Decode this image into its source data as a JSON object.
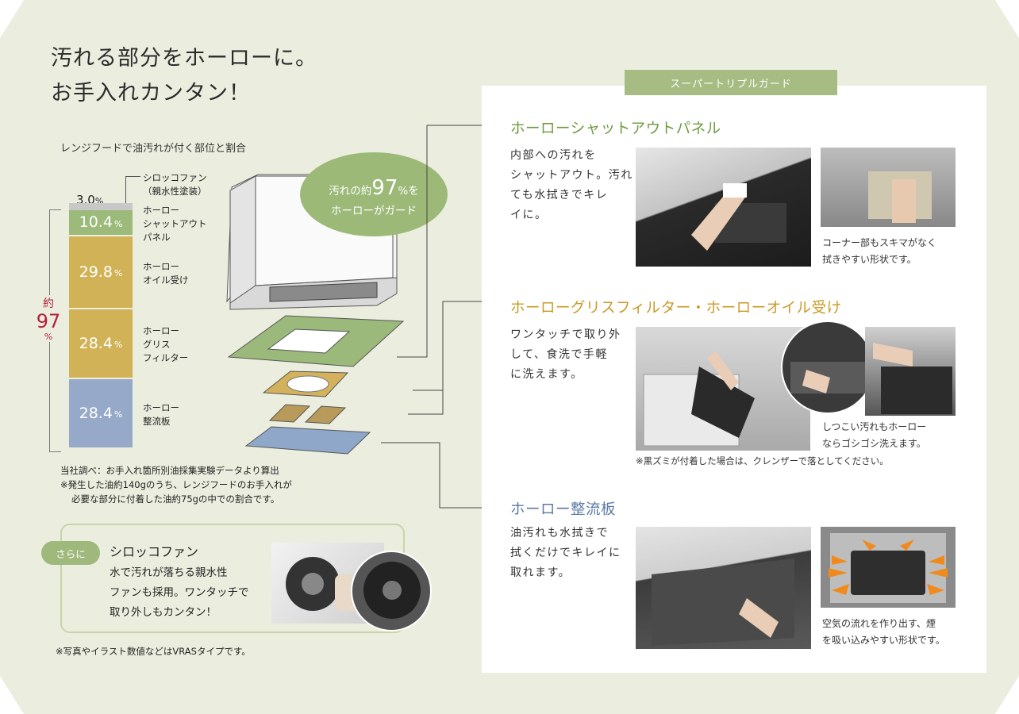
{
  "headline": {
    "line1": "汚れる部分をホーローに。",
    "line2": "お手入れカンタン！"
  },
  "chart": {
    "title": "レンジフードで油汚れが付く部位と割合",
    "top_label": "3.0",
    "top_label_unit": "%",
    "top_part": "シロッコファン",
    "top_part_note": "（親水性塗装）",
    "total_prefix": "約",
    "total_value": "97",
    "total_unit": "%",
    "bubble_line1a": "汚れの約",
    "bubble_value": "97",
    "bubble_unit": "%をホーローがガード",
    "bubble_line1b": "%を",
    "bubble_line2": "ホーローがガード"
  },
  "chart_data": {
    "type": "bar",
    "title": "レンジフードで油汚れが付く部位と割合",
    "categories": [
      "シロッコファン（親水性塗装）",
      "ホーローシャットアウトパネル",
      "ホーローオイル受け",
      "ホーローグリスフィルター",
      "ホーロー整流板"
    ],
    "values": [
      3.0,
      10.4,
      29.8,
      28.4,
      28.4
    ],
    "segments": [
      {
        "value": "10.4",
        "unit": "%",
        "label1": "ホーロー",
        "label2": "シャットアウト",
        "label3": "パネル",
        "color": "#9cba7a"
      },
      {
        "value": "29.8",
        "unit": "%",
        "label1": "ホーロー",
        "label2": "オイル受け",
        "label3": "",
        "color": "#d2b256"
      },
      {
        "value": "28.4",
        "unit": "%",
        "label1": "ホーロー",
        "label2": "グリス",
        "label3": "フィルター",
        "color": "#d2b256"
      },
      {
        "value": "28.4",
        "unit": "%",
        "label1": "ホーロー",
        "label2": "整流板",
        "label3": "",
        "color": "#97a9c8"
      }
    ]
  },
  "notes": {
    "source": "当社調べ：お手入れ箇所別油採集実験データより算出",
    "note1": "※発生した油約140gのうち、レンジフードのお手入れが",
    "note2": "必要な部分に付着した油約75gの中での割合です。",
    "footer": "※写真やイラスト数値などはVRASタイプです。"
  },
  "sarani": {
    "badge": "さらに",
    "title": "シロッコファン",
    "line1": "水で汚れが落ちる親水性",
    "line2": "ファンも採用。ワンタッチで",
    "line3": "取り外しもカンタン！"
  },
  "panel": {
    "tag": "スーパートリプルガード",
    "sec1": {
      "title": "ホーローシャットアウトパネル",
      "lines": [
        "内部への汚れを",
        "シャットアウト。汚れ",
        "ても水拭きでキレ",
        "イに。"
      ],
      "caption1": "コーナー部もスキマがなく",
      "caption2": "拭きやすい形状です。"
    },
    "sec2": {
      "title": "ホーローグリスフィルター・ホーローオイル受け",
      "lines": [
        "ワンタッチで取り外",
        "して、食洗で手軽",
        "に洗えます。"
      ],
      "caption1": "しつこい汚れもホーロー",
      "caption2": "ならゴシゴシ洗えます。",
      "note": "※黒ズミが付着した場合は、クレンザーで落としてください。"
    },
    "sec3": {
      "title": "ホーロー整流板",
      "lines": [
        "油汚れも水拭きで",
        "拭くだけでキレイに",
        "取れます。"
      ],
      "caption1": "空気の流れを作り出す、煙",
      "caption2": "を吸い込みやすい形状です。"
    }
  },
  "colors": {
    "background": "#ebeedf",
    "green_title": "#6f9a3f",
    "gold_title": "#c99a26",
    "blue_title": "#5e7aa6",
    "accent_red": "#b3203a",
    "tag_green": "#a6bc82"
  }
}
